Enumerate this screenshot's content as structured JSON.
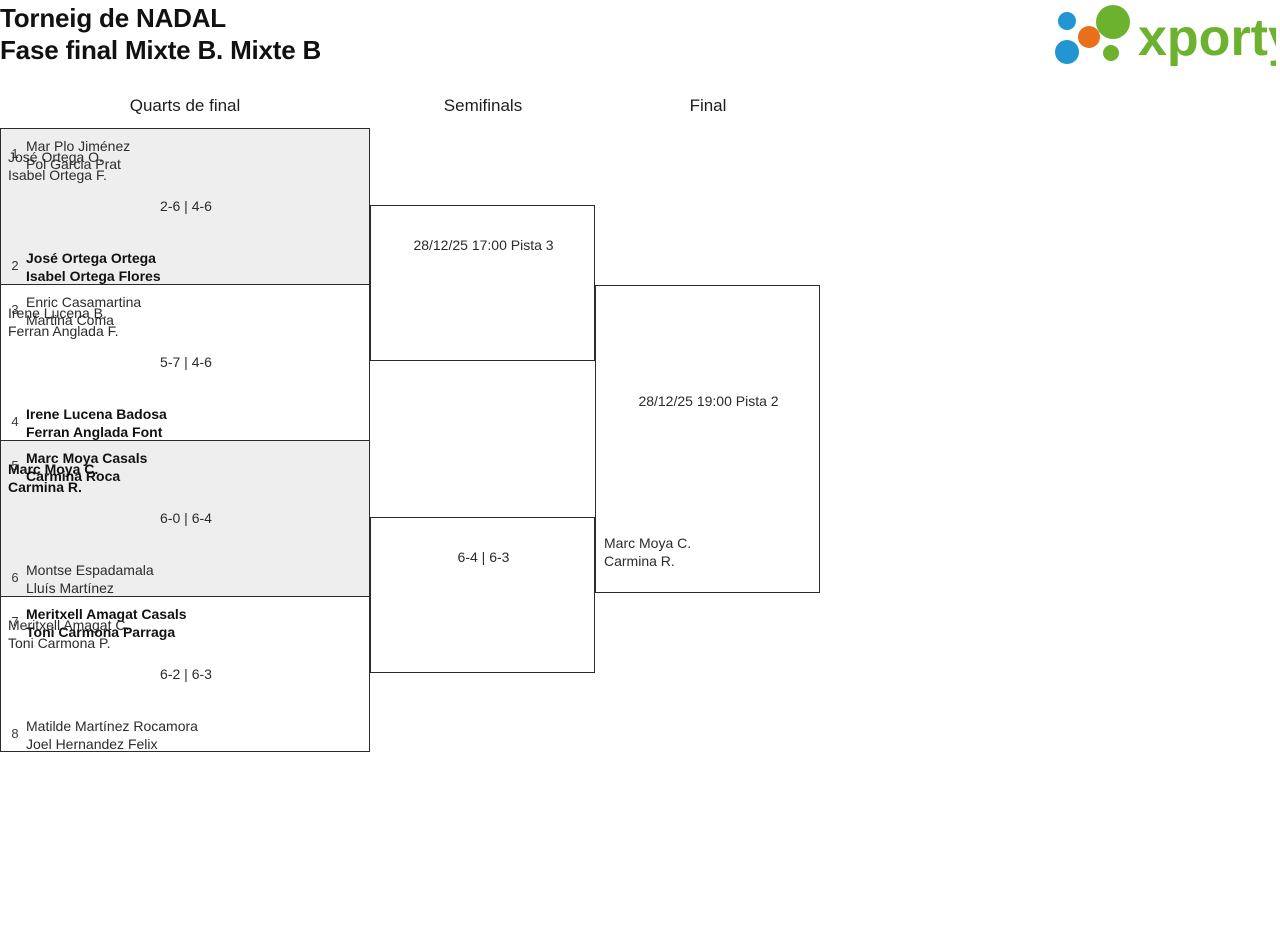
{
  "header": {
    "title_line1": "Torneig de NADAL",
    "title_line2": "Fase final Mixte B. Mixte B",
    "logo_text": "xporty",
    "logo_colors": {
      "green": "#6cb22e",
      "blue": "#2196d3",
      "orange": "#e8701a"
    }
  },
  "columns": {
    "quarterfinals_label": "Quarts de final",
    "semifinals_label": "Semifinals",
    "final_label": "Final"
  },
  "quarterfinals": [
    {
      "shaded": true,
      "top": {
        "seed": "1",
        "player1": "Mar Plo Jiménez",
        "player2": "Pol Garcia Prat",
        "winner": false
      },
      "score": "2-6 | 4-6",
      "bottom": {
        "seed": "2",
        "player1": "José Ortega Ortega",
        "player2": "Isabel Ortega Flores",
        "winner": true
      }
    },
    {
      "shaded": false,
      "top": {
        "seed": "3",
        "player1": "Enric Casamartina",
        "player2": "Martina Coma",
        "winner": false
      },
      "score": "5-7 | 4-6",
      "bottom": {
        "seed": "4",
        "player1": "Irene Lucena Badosa",
        "player2": "Ferran Anglada Font",
        "winner": true
      }
    },
    {
      "shaded": true,
      "top": {
        "seed": "5",
        "player1": "Marc Moya Casals",
        "player2": "Carmina Roca",
        "winner": true
      },
      "score": "6-0 | 6-4",
      "bottom": {
        "seed": "6",
        "player1": "Montse Espadamala",
        "player2": "Lluís Martínez",
        "winner": false
      }
    },
    {
      "shaded": false,
      "top": {
        "seed": "7",
        "player1": "Meritxell Amagat Casals",
        "player2": "Toni Carmona Parraga",
        "winner": true
      },
      "score": "6-2 | 6-3",
      "bottom": {
        "seed": "8",
        "player1": "Matilde Martínez Rocamora",
        "player2": "Joel Hernandez Felix",
        "winner": false
      }
    }
  ],
  "semifinals": [
    {
      "top": {
        "player1": "José Ortega O.",
        "player2": "Isabel Ortega F.",
        "winner": false
      },
      "meta": "28/12/25 17:00 Pista 3",
      "bottom": {
        "player1": "Irene Lucena B.",
        "player2": "Ferran Anglada F.",
        "winner": false
      }
    },
    {
      "top": {
        "player1": "Marc Moya C.",
        "player2": "Carmina R.",
        "winner": true
      },
      "meta": "6-4 | 6-3",
      "bottom": {
        "player1": "Meritxell Amagat C.",
        "player2": "Toni Carmona P.",
        "winner": false
      }
    }
  ],
  "final": {
    "meta": "28/12/25 19:00 Pista 2",
    "entrant": {
      "player1": "Marc Moya C.",
      "player2": "Carmina R.",
      "winner": false
    }
  }
}
